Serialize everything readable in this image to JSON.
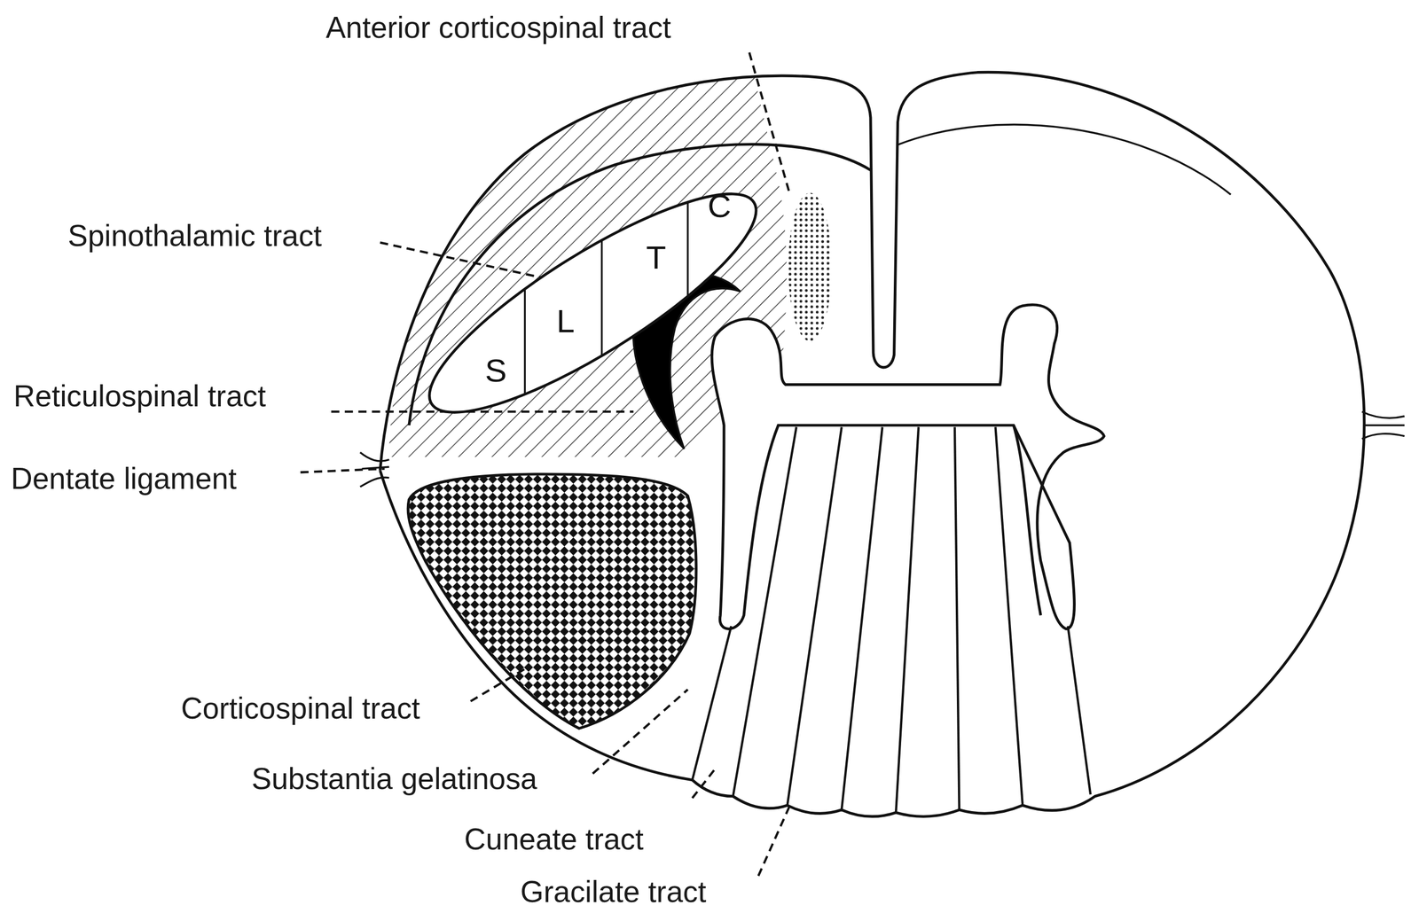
{
  "diagram": {
    "nodes": [
      {
        "text": [
          "S",
          "L",
          "T",
          "C"
        ]
      }
    ],
    "labels": [
      "Anterior corticospinal tract",
      "Spinothalamic tract",
      "Reticulospinal tract",
      "Dentate ligament",
      "Corticospinal tract",
      "Substantia gelatinosa",
      "Cuneate tract",
      "Gracilate tract"
    ]
  }
}
